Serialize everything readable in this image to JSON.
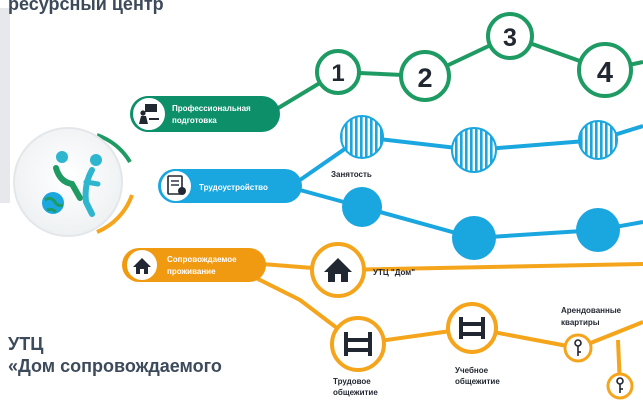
{
  "header": {
    "title": "ресурсный центр"
  },
  "footer": {
    "line1": "УТЦ",
    "line2": "«Дом сопровождаемого"
  },
  "hub": {
    "icon": "wheelchair-people-globe-icon"
  },
  "branches": {
    "professional": {
      "line1": "Профессиональная",
      "line2": "подготовка",
      "icon": "training-presentation-icon",
      "color": "#0d8f6a"
    },
    "employment": {
      "label": "Трудоустройство",
      "icon": "resume-document-icon",
      "color": "#1aa6df"
    },
    "housing": {
      "line1": "Сопровождаемое",
      "line2": "проживание",
      "icon": "house-icon",
      "color": "#f09a12"
    }
  },
  "training_steps": [
    "1",
    "2",
    "3",
    "4"
  ],
  "employment_nodes": {
    "caption": "Занятость"
  },
  "housing_nodes": {
    "utc_home": "УТЦ \"Дом\"",
    "labor_dorm": {
      "line1": "Трудовое",
      "line2": "общежитие"
    },
    "study_dorm": {
      "line1": "Учебное",
      "line2": "общежитие"
    },
    "rented": {
      "line1": "Арендованные",
      "line2": "квартиры"
    },
    "key_icon": "key-icon",
    "bed_icon": "bunk-bed-icon"
  },
  "colors": {
    "green": "#1e9a63",
    "blue": "#1aa6df",
    "orange": "#f4a51c",
    "gray_ring": "#e3e7ea"
  }
}
